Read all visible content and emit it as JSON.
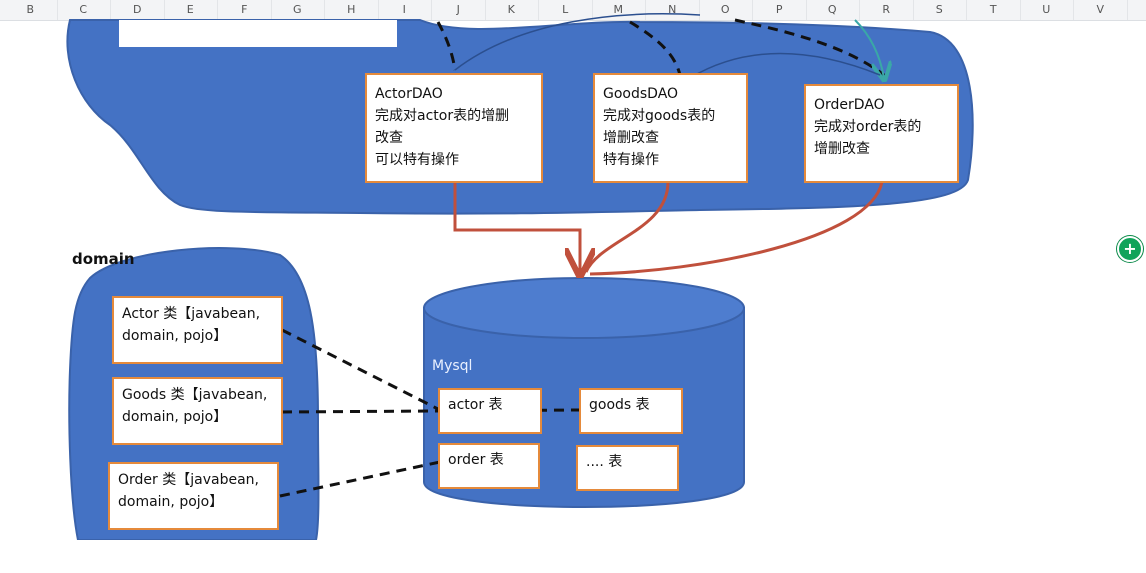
{
  "column_headers": [
    "B",
    "C",
    "D",
    "E",
    "F",
    "G",
    "H",
    "I",
    "J",
    "K",
    "L",
    "M",
    "N",
    "O",
    "P",
    "Q",
    "R",
    "S",
    "T",
    "U",
    "V"
  ],
  "dao_boxes": [
    {
      "name": "ActorDAO",
      "lines": [
        "完成对actor表的增删",
        "改查",
        "可以特有操作"
      ]
    },
    {
      "name": "GoodsDAO",
      "lines": [
        "完成对goods表的",
        "增删改查",
        "特有操作"
      ]
    },
    {
      "name": "OrderDAO",
      "lines": [
        "完成对order表的",
        "增删改查"
      ]
    }
  ],
  "domain": {
    "label": "domain",
    "classes": [
      {
        "line1": "Actor 类【javabean,",
        "line2": "domain, pojo】"
      },
      {
        "line1": "Goods 类【javabean,",
        "line2": "domain, pojo】"
      },
      {
        "line1": "Order 类【javabean,",
        "line2": "domain, pojo】"
      }
    ]
  },
  "mysql": {
    "label": "Mysql",
    "tables": [
      "actor 表",
      "goods 表",
      "order 表",
      ".... 表"
    ]
  },
  "colors": {
    "blob_fill": "#4472c4",
    "box_border": "#e58a3b",
    "arrow_red": "#c0503c",
    "arrow_teal": "#3aa7a7"
  },
  "icons": {
    "add": "plus-circle-icon"
  }
}
